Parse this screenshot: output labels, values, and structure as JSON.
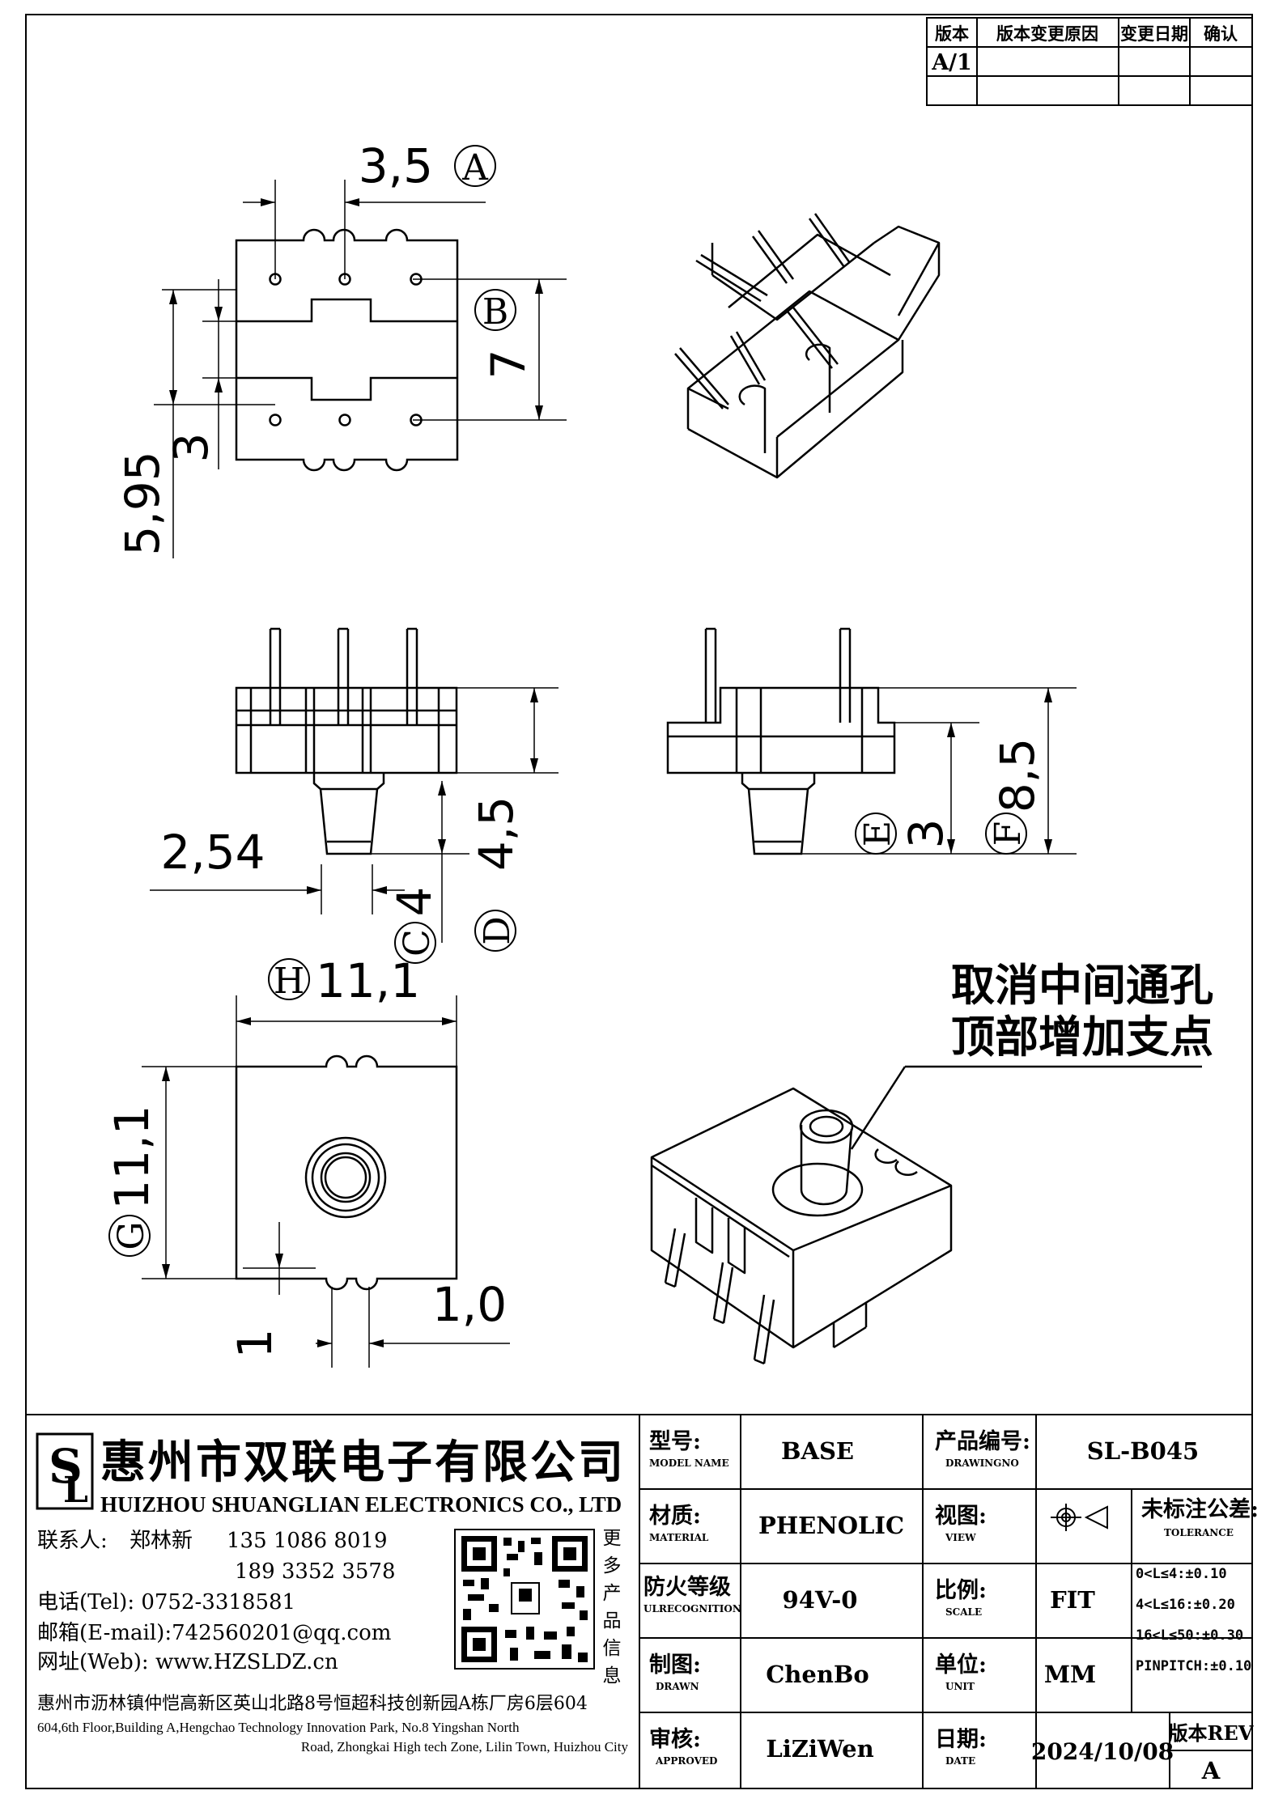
{
  "revision_table": {
    "headers": [
      "版本",
      "版本变更原因",
      "变更日期",
      "确认"
    ],
    "row": [
      "A/1",
      "",
      "",
      ""
    ]
  },
  "dimensions": {
    "a": "3,5",
    "a_tag": "A",
    "b": "7",
    "b_tag": "B",
    "pitch_h": "5,95",
    "slot": "3",
    "pin_pitch": "2,54",
    "c": "4",
    "c_tag": "C",
    "d": "4,5",
    "d_tag": "D",
    "e": "3",
    "e_tag": "E",
    "f": "8,5",
    "f_tag": "F",
    "h": "11,1",
    "h_tag": "H",
    "g": "11,1",
    "g_tag": "G",
    "notch_h": "1",
    "notch_w": "1,0"
  },
  "note": {
    "line1": "取消中间通孔",
    "line2": "顶部增加支点"
  },
  "company": {
    "name_cn": "惠州市双联电子有限公司",
    "name_en": "HUIZHOU SHUANGLIAN ELECTRONICS CO., LTD",
    "contact_label": "联系人:",
    "contact_name": "郑林新",
    "phone1": "135 1086 8019",
    "phone2": "189 3352 3578",
    "tel": "电话(Tel): 0752-3318581",
    "email": "邮箱(E-mail):742560201@qq.com",
    "web": "网址(Web): www.HZSLDZ.cn",
    "more": [
      "更",
      "多",
      "产",
      "品",
      "信",
      "息"
    ],
    "addr_cn": "惠州市沥林镇仲恺高新区英山北路8号恒超科技创新园A栋厂房6层604",
    "addr_en1": "604,6th Floor,Building A,Hengchao Technology Innovation Park, No.8 Yingshan North",
    "addr_en2": "Road, Zhongkai High tech Zone, Lilin Town, Huizhou City"
  },
  "title_block": {
    "model_label": "型号:",
    "model_sub": "MODEL NAME",
    "model": "BASE",
    "drawing_label": "产品编号:",
    "drawing_sub": "DRAWINGNO",
    "drawing": "SL-B045",
    "material_label": "材质:",
    "material_sub": "MATERIAL",
    "material": "PHENOLIC",
    "view_label": "视图:",
    "view_sub": "VIEW",
    "tol_label": "未标注公差:",
    "tol_sub": "TOLERANCE",
    "tol": [
      "0<L≤4:±0.10",
      "4<L≤16:±0.20",
      "16<L≤50:±0.30",
      "PINPITCH:±0.10"
    ],
    "fire_label": "防火等级",
    "fire_sub": "ULRECOGNITION",
    "fire": "94V-0",
    "scale_label": "比例:",
    "scale_sub": "SCALE",
    "scale": "FIT",
    "drawn_label": "制图:",
    "drawn_sub": "DRAWN",
    "drawn": "ChenBo",
    "unit_label": "单位:",
    "unit_sub": "UNIT",
    "unit": "MM",
    "approved_label": "审核:",
    "approved_sub": "APPROVED",
    "approved": "LiZiWen",
    "date_label": "日期:",
    "date_sub": "DATE",
    "date": "2024/10/08",
    "rev_label": "版本REV",
    "rev": "A"
  }
}
